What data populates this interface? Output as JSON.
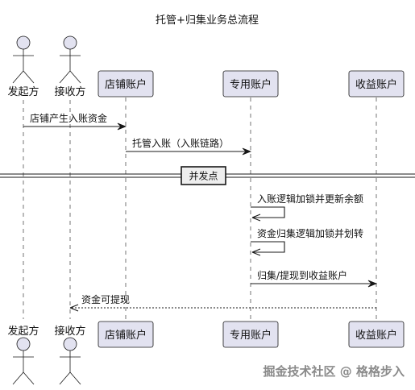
{
  "diagram": {
    "title": "托管+归集业务总流程",
    "colors": {
      "participant_fill": "#E2E2F0",
      "participant_stroke": "#181818",
      "lifeline": "#181818",
      "arrow": "#181818",
      "divider_fill": "#EEEEEE"
    },
    "participants": [
      {
        "id": "p1",
        "label": "发起方",
        "kind": "actor"
      },
      {
        "id": "p2",
        "label": "接收方",
        "kind": "actor"
      },
      {
        "id": "p3",
        "label": "店铺账户",
        "kind": "box"
      },
      {
        "id": "p4",
        "label": "专用账户",
        "kind": "box"
      },
      {
        "id": "p5",
        "label": "收益账户",
        "kind": "box"
      }
    ],
    "messages": [
      {
        "from": "p1",
        "to": "p3",
        "label": "店铺产生入账资金",
        "style": "solid"
      },
      {
        "from": "p3",
        "to": "p4",
        "label": "托管入账（入账链路）",
        "style": "solid"
      },
      {
        "divider": "并发点"
      },
      {
        "from": "p4",
        "to": "p4",
        "label": "入账逻辑加锁并更新余额",
        "style": "self"
      },
      {
        "from": "p4",
        "to": "p4",
        "label": "资金归集逻辑加锁并划转",
        "style": "self"
      },
      {
        "from": "p4",
        "to": "p5",
        "label": "归集/提现到收益账户",
        "style": "solid"
      },
      {
        "from": "p5",
        "to": "p2",
        "label": "资金可提现",
        "style": "dotted"
      }
    ]
  },
  "watermark": "掘金技术社区 @ 格格步入"
}
